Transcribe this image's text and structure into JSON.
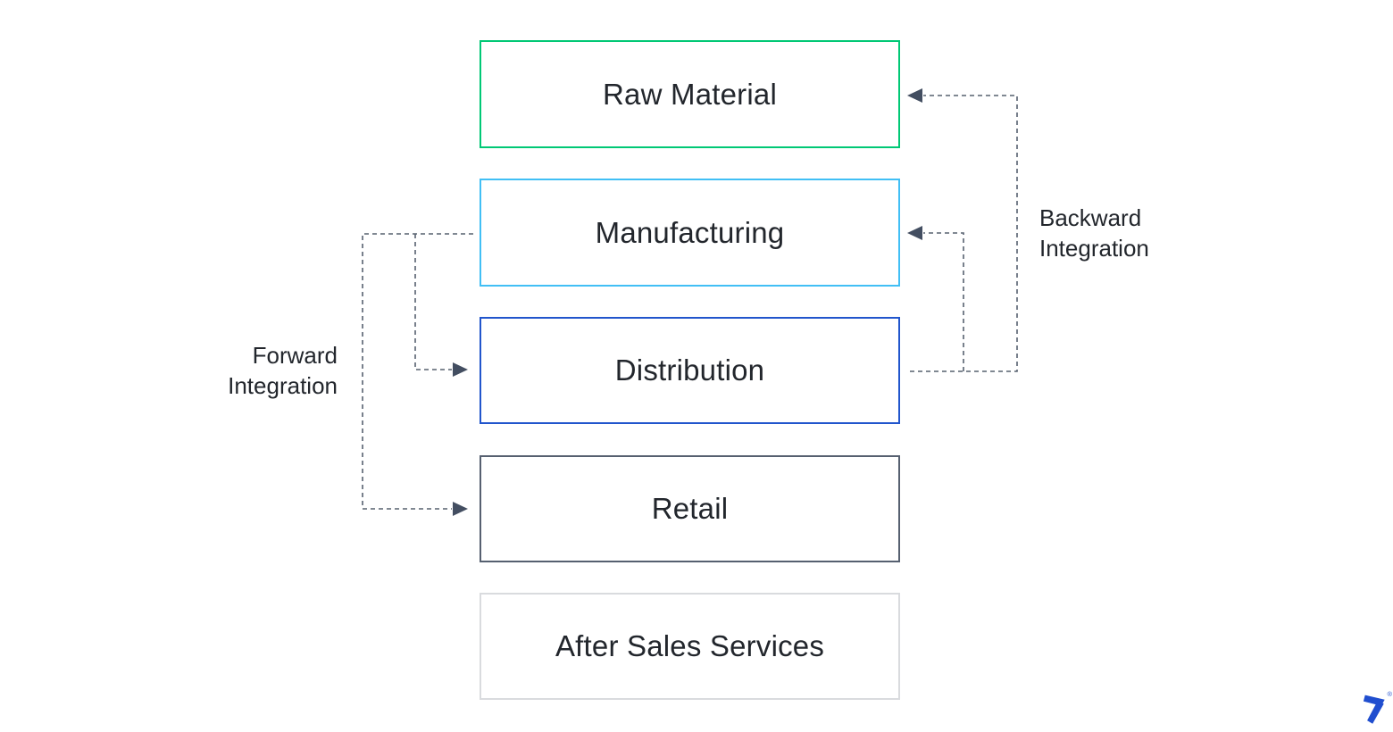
{
  "stages": [
    {
      "label": "Raw Material",
      "border_color": "#00C875"
    },
    {
      "label": "Manufacturing",
      "border_color": "#41BFF5"
    },
    {
      "label": "Distribution",
      "border_color": "#2155CC"
    },
    {
      "label": "Retail",
      "border_color": "#566070"
    },
    {
      "label": "After Sales Services",
      "border_color": "#D9DBDE"
    }
  ],
  "annotations": {
    "forward": {
      "label": "Forward Integration"
    },
    "backward": {
      "label": "Backward Integration"
    }
  },
  "colors": {
    "connector": "#57606F",
    "arrowhead": "#434E61",
    "text": "#22262C",
    "logo_blue": "#204ECF",
    "background": "#FFFFFF"
  },
  "logo": {
    "registered_mark": "®"
  }
}
